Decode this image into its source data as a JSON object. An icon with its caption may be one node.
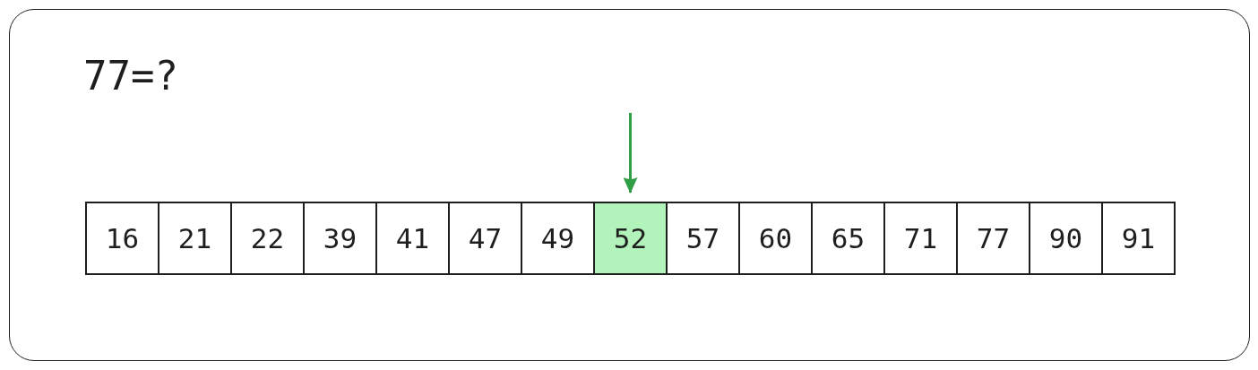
{
  "diagram": {
    "title": "77=?",
    "nodes": [
      {
        "text": [
          "16"
        ]
      },
      {
        "text": [
          "21"
        ]
      },
      {
        "text": [
          "22"
        ]
      },
      {
        "text": [
          "39"
        ]
      },
      {
        "text": [
          "41"
        ]
      },
      {
        "text": [
          "47"
        ]
      },
      {
        "text": [
          "49"
        ]
      },
      {
        "text": [
          "52"
        ]
      },
      {
        "text": [
          "57"
        ]
      },
      {
        "text": [
          "60"
        ]
      },
      {
        "text": [
          "65"
        ]
      },
      {
        "text": [
          "71"
        ]
      },
      {
        "text": [
          "77"
        ]
      },
      {
        "text": [
          "90"
        ]
      },
      {
        "text": [
          "91"
        ]
      }
    ],
    "edges": [
      {
        "from": null,
        "to": 7,
        "arrow": "to",
        "color": "#2f9e44"
      }
    ]
  }
}
